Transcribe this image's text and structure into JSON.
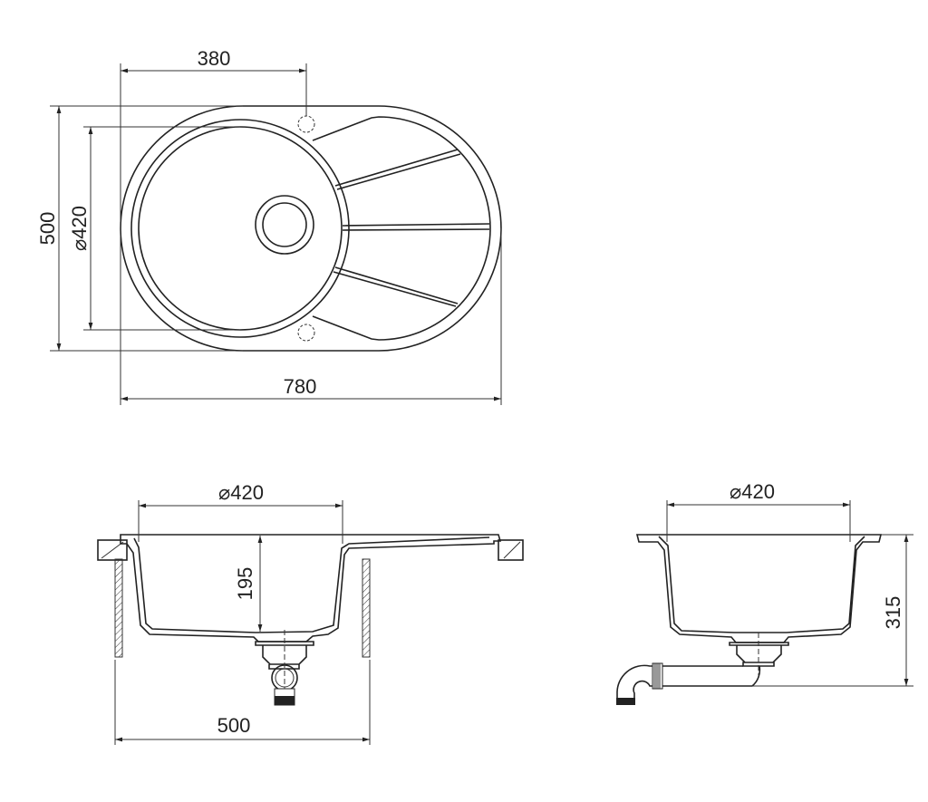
{
  "top_view": {
    "dim_drain_offset": "380",
    "dim_depth": "500",
    "dim_bowl_diameter": "⌀420",
    "dim_length": "780"
  },
  "side_view_left": {
    "dim_bowl_diameter": "⌀420",
    "dim_bowl_depth": "195",
    "dim_cabinet_width": "500"
  },
  "side_view_right": {
    "dim_bowl_diameter": "⌀420",
    "dim_total_height": "315"
  },
  "colors": {
    "line": "#222222",
    "background": "#ffffff"
  }
}
